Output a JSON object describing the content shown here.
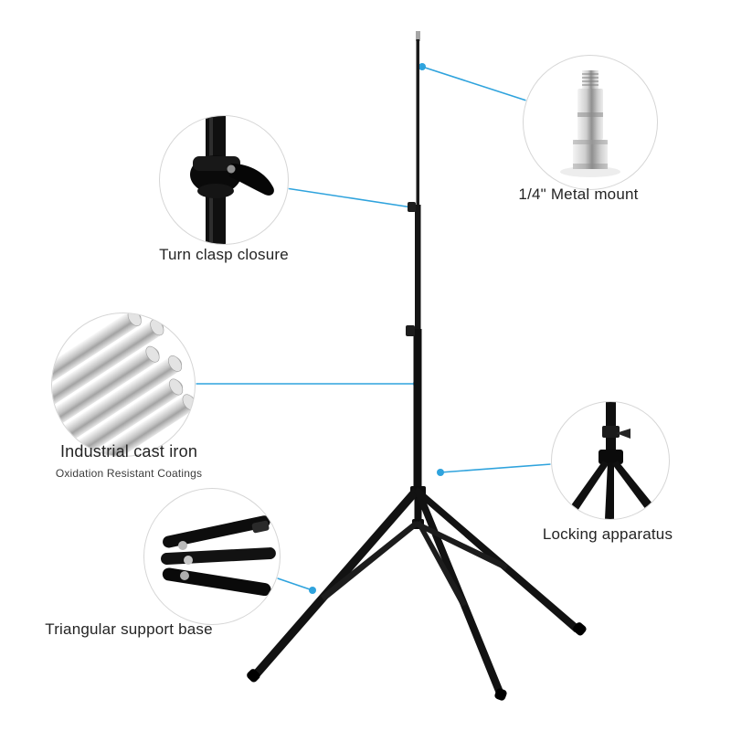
{
  "title": "Light stand product infographic",
  "colors": {
    "accent": "#2fa3dd",
    "text": "#242424",
    "circle_border": "#d6d6d6",
    "background": "#ffffff",
    "stand": "#121212",
    "metal": "#bdbdbd"
  },
  "callouts": {
    "metal_mount": {
      "label": "1/4\"  Metal mount",
      "icon": "metal-mount-photo"
    },
    "turn_clasp": {
      "label": "Turn clasp closure",
      "icon": "clasp-photo"
    },
    "cast_iron": {
      "label": "Industrial cast iron",
      "sub": "Oxidation Resistant Coatings",
      "icon": "rods-photo"
    },
    "locking": {
      "label": "Locking apparatus",
      "icon": "locking-joint-photo"
    },
    "support_base": {
      "label": "Triangular support base",
      "icon": "folded-base-photo"
    }
  }
}
